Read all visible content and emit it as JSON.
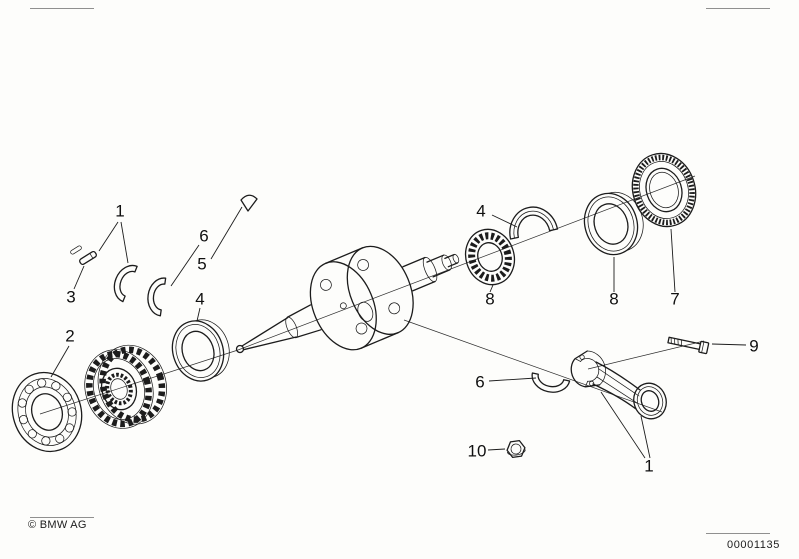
{
  "figure": {
    "copyright": "© BMW AG",
    "document_number": "00001135",
    "colors": {
      "ink": "#1c1c1c",
      "paper": "#fdfdfb"
    }
  },
  "callouts": [
    {
      "label": "1"
    },
    {
      "label": "6"
    },
    {
      "label": "5"
    },
    {
      "label": "3"
    },
    {
      "label": "4"
    },
    {
      "label": "2"
    },
    {
      "label": "4"
    },
    {
      "label": "8"
    },
    {
      "label": "8"
    },
    {
      "label": "7"
    },
    {
      "label": "9"
    },
    {
      "label": "6"
    },
    {
      "label": "10"
    },
    {
      "label": "1"
    }
  ]
}
